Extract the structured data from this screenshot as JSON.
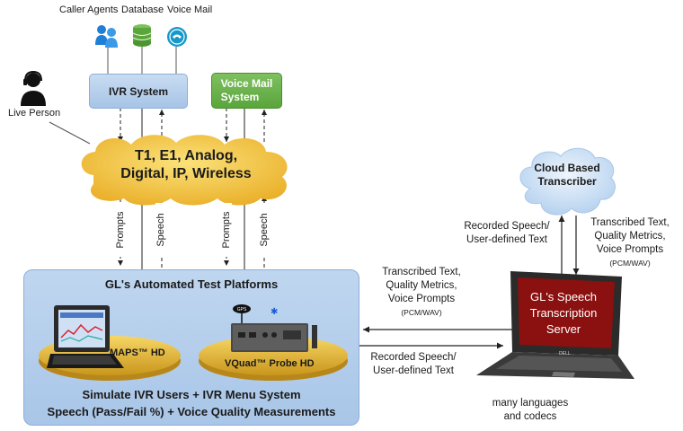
{
  "top_icons": {
    "caller_agents": "Caller Agents",
    "database": "Database",
    "voice_mail": "Voice Mail"
  },
  "live_person": "Live Person",
  "ivr_system": "IVR System",
  "voice_mail_system": {
    "line1": "Voice Mail",
    "line2": "System"
  },
  "network": {
    "line1": "T1, E1, Analog,",
    "line2": "Digital, IP, Wireless"
  },
  "links": {
    "prompts": "Prompts",
    "speech": "Speech"
  },
  "platform": {
    "title": "GL's Automated Test Platforms",
    "maps": "MAPS™ HD",
    "vquad": "VQuad™ Probe HD",
    "footer1": "Simulate IVR Users + IVR  Menu System",
    "footer2": "Speech (Pass/Fail %) + Voice Quality Measurements"
  },
  "middle_labels": {
    "upper": [
      "Transcribed Text,",
      "Quality Metrics,",
      "Voice Prompts"
    ],
    "upper_small": "(PCM/WAV)",
    "lower": [
      "Recorded Speech/",
      "User-defined Text"
    ]
  },
  "cloud": {
    "line1": "Cloud Based",
    "line2": "Transcriber"
  },
  "cloud_left": [
    "Recorded Speech/",
    "User-defined Text"
  ],
  "cloud_right": [
    "Transcribed Text,",
    "Quality Metrics,",
    "Voice Prompts"
  ],
  "cloud_right_small": "(PCM/WAV)",
  "laptop_screen": {
    "line1": "GL's Speech",
    "line2": "Transcription",
    "line3": "Server"
  },
  "laptop_brand": "DELL",
  "languages": {
    "line1": "many languages",
    "line2": "and codecs"
  },
  "colors": {
    "network_cloud": "#f2c13a",
    "platform_bg": "#bfd6ef",
    "laptop_screen": "#8b1010",
    "vm_box": "#66ad45"
  }
}
